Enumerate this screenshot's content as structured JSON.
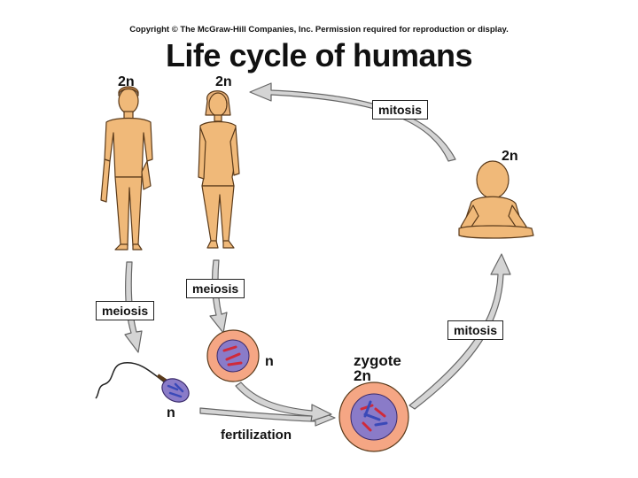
{
  "copyright": "Copyright © The McGraw-Hill Companies, Inc. Permission required for reproduction or display.",
  "title": "Life cycle of humans",
  "labels": {
    "man_ploidy": "2n",
    "woman_ploidy": "2n",
    "baby_ploidy": "2n",
    "egg_ploidy": "n",
    "sperm_ploidy": "n",
    "zygote_name": "zygote",
    "zygote_ploidy": "2n"
  },
  "processes": {
    "meiosis_male": "meiosis",
    "meiosis_female": "meiosis",
    "mitosis_top": "mitosis",
    "mitosis_right": "mitosis",
    "fertilization": "fertilization"
  },
  "colors": {
    "skin": "#F0B979",
    "skin_outline": "#5a3a1a",
    "arrow_fill": "#D4D4D4",
    "arrow_outline": "#666666",
    "cell_outer": "#F5A684",
    "cell_nucleus": "#8A7BC8",
    "chromosome": "#D02A3A",
    "chromosome_blue": "#3A49B8",
    "sperm_body": "#8A7BC8"
  }
}
